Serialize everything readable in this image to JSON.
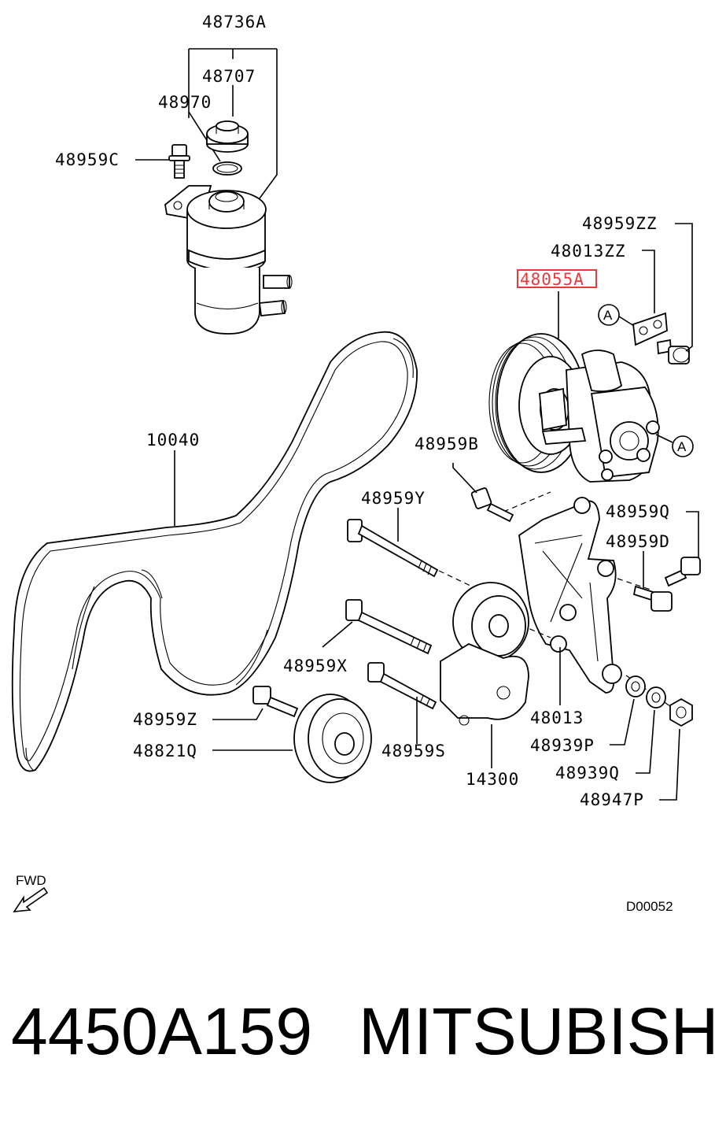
{
  "diagram": {
    "callouts": {
      "c48736A": "48736A",
      "c48707": "48707",
      "c48970": "48970",
      "c48959C": "48959C",
      "c48959ZZ": "48959ZZ",
      "c48013ZZ": "48013ZZ",
      "c48055A": "48055A",
      "c10040": "10040",
      "c48959B": "48959B",
      "c48959Y": "48959Y",
      "c48959Q": "48959Q",
      "c48959D": "48959D",
      "c48959X": "48959X",
      "c48959Z": "48959Z",
      "c48821Q": "48821Q",
      "c48959S": "48959S",
      "c14300": "14300",
      "c48013": "48013",
      "c48939P": "48939P",
      "c48939Q": "48939Q",
      "c48947P": "48947P"
    },
    "highlighted_part": "48055A",
    "highlight_color": "#e8393d",
    "ref_marker": "A",
    "direction_label": "FWD",
    "drawing_id": "D00052"
  },
  "footer": {
    "part_number": "4450A159",
    "brand": "MITSUBISHI"
  }
}
